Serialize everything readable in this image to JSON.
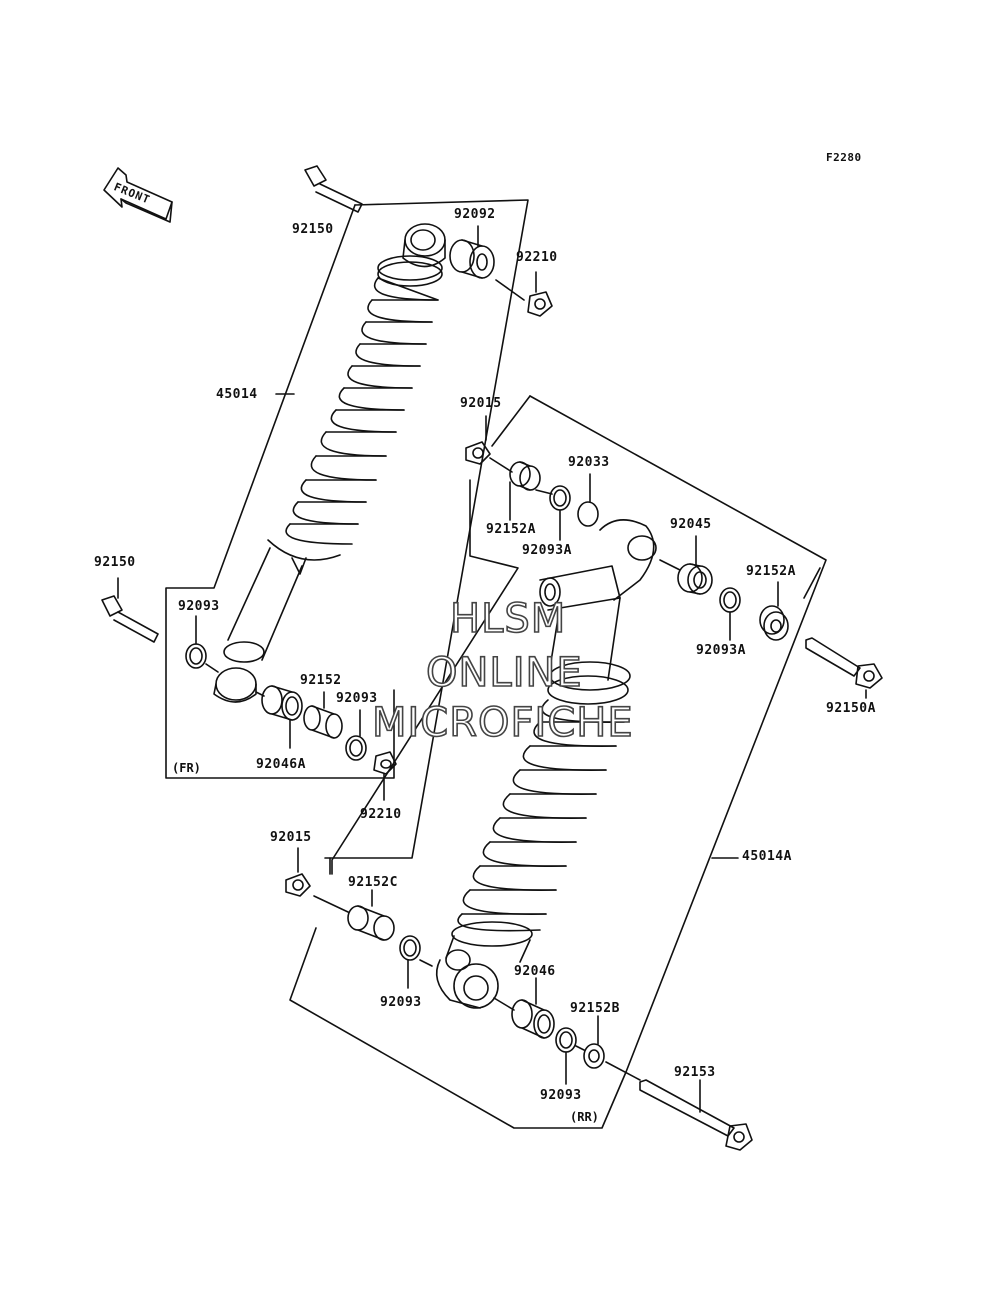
{
  "figure_code": "F2280",
  "front_arrow_label": "FRONT",
  "watermark": {
    "line1": "HLSM",
    "line2": "ONLINE",
    "line3": "MICROFICHE"
  },
  "group_labels": {
    "front": "(FR)",
    "rear": "(RR)"
  },
  "parts": {
    "p_92150_top": "92150",
    "p_92092": "92092",
    "p_92210_top": "92210",
    "p_45014": "45014",
    "p_92015_top": "92015",
    "p_92033": "92033",
    "p_92152A_left": "92152A",
    "p_92093A_left": "92093A",
    "p_92045": "92045",
    "p_92152A_right": "92152A",
    "p_92093A_right": "92093A",
    "p_92150A": "92150A",
    "p_92150_left": "92150",
    "p_92093_left": "92093",
    "p_92152": "92152",
    "p_92093_mid": "92093",
    "p_92046A": "92046A",
    "p_92210_bottom": "92210",
    "p_92015_bottom": "92015",
    "p_92152C": "92152C",
    "p_45014A": "45014A",
    "p_92046": "92046",
    "p_92152B": "92152B",
    "p_92093_bottom": "92093",
    "p_92093_rr": "92093",
    "p_92153": "92153"
  }
}
